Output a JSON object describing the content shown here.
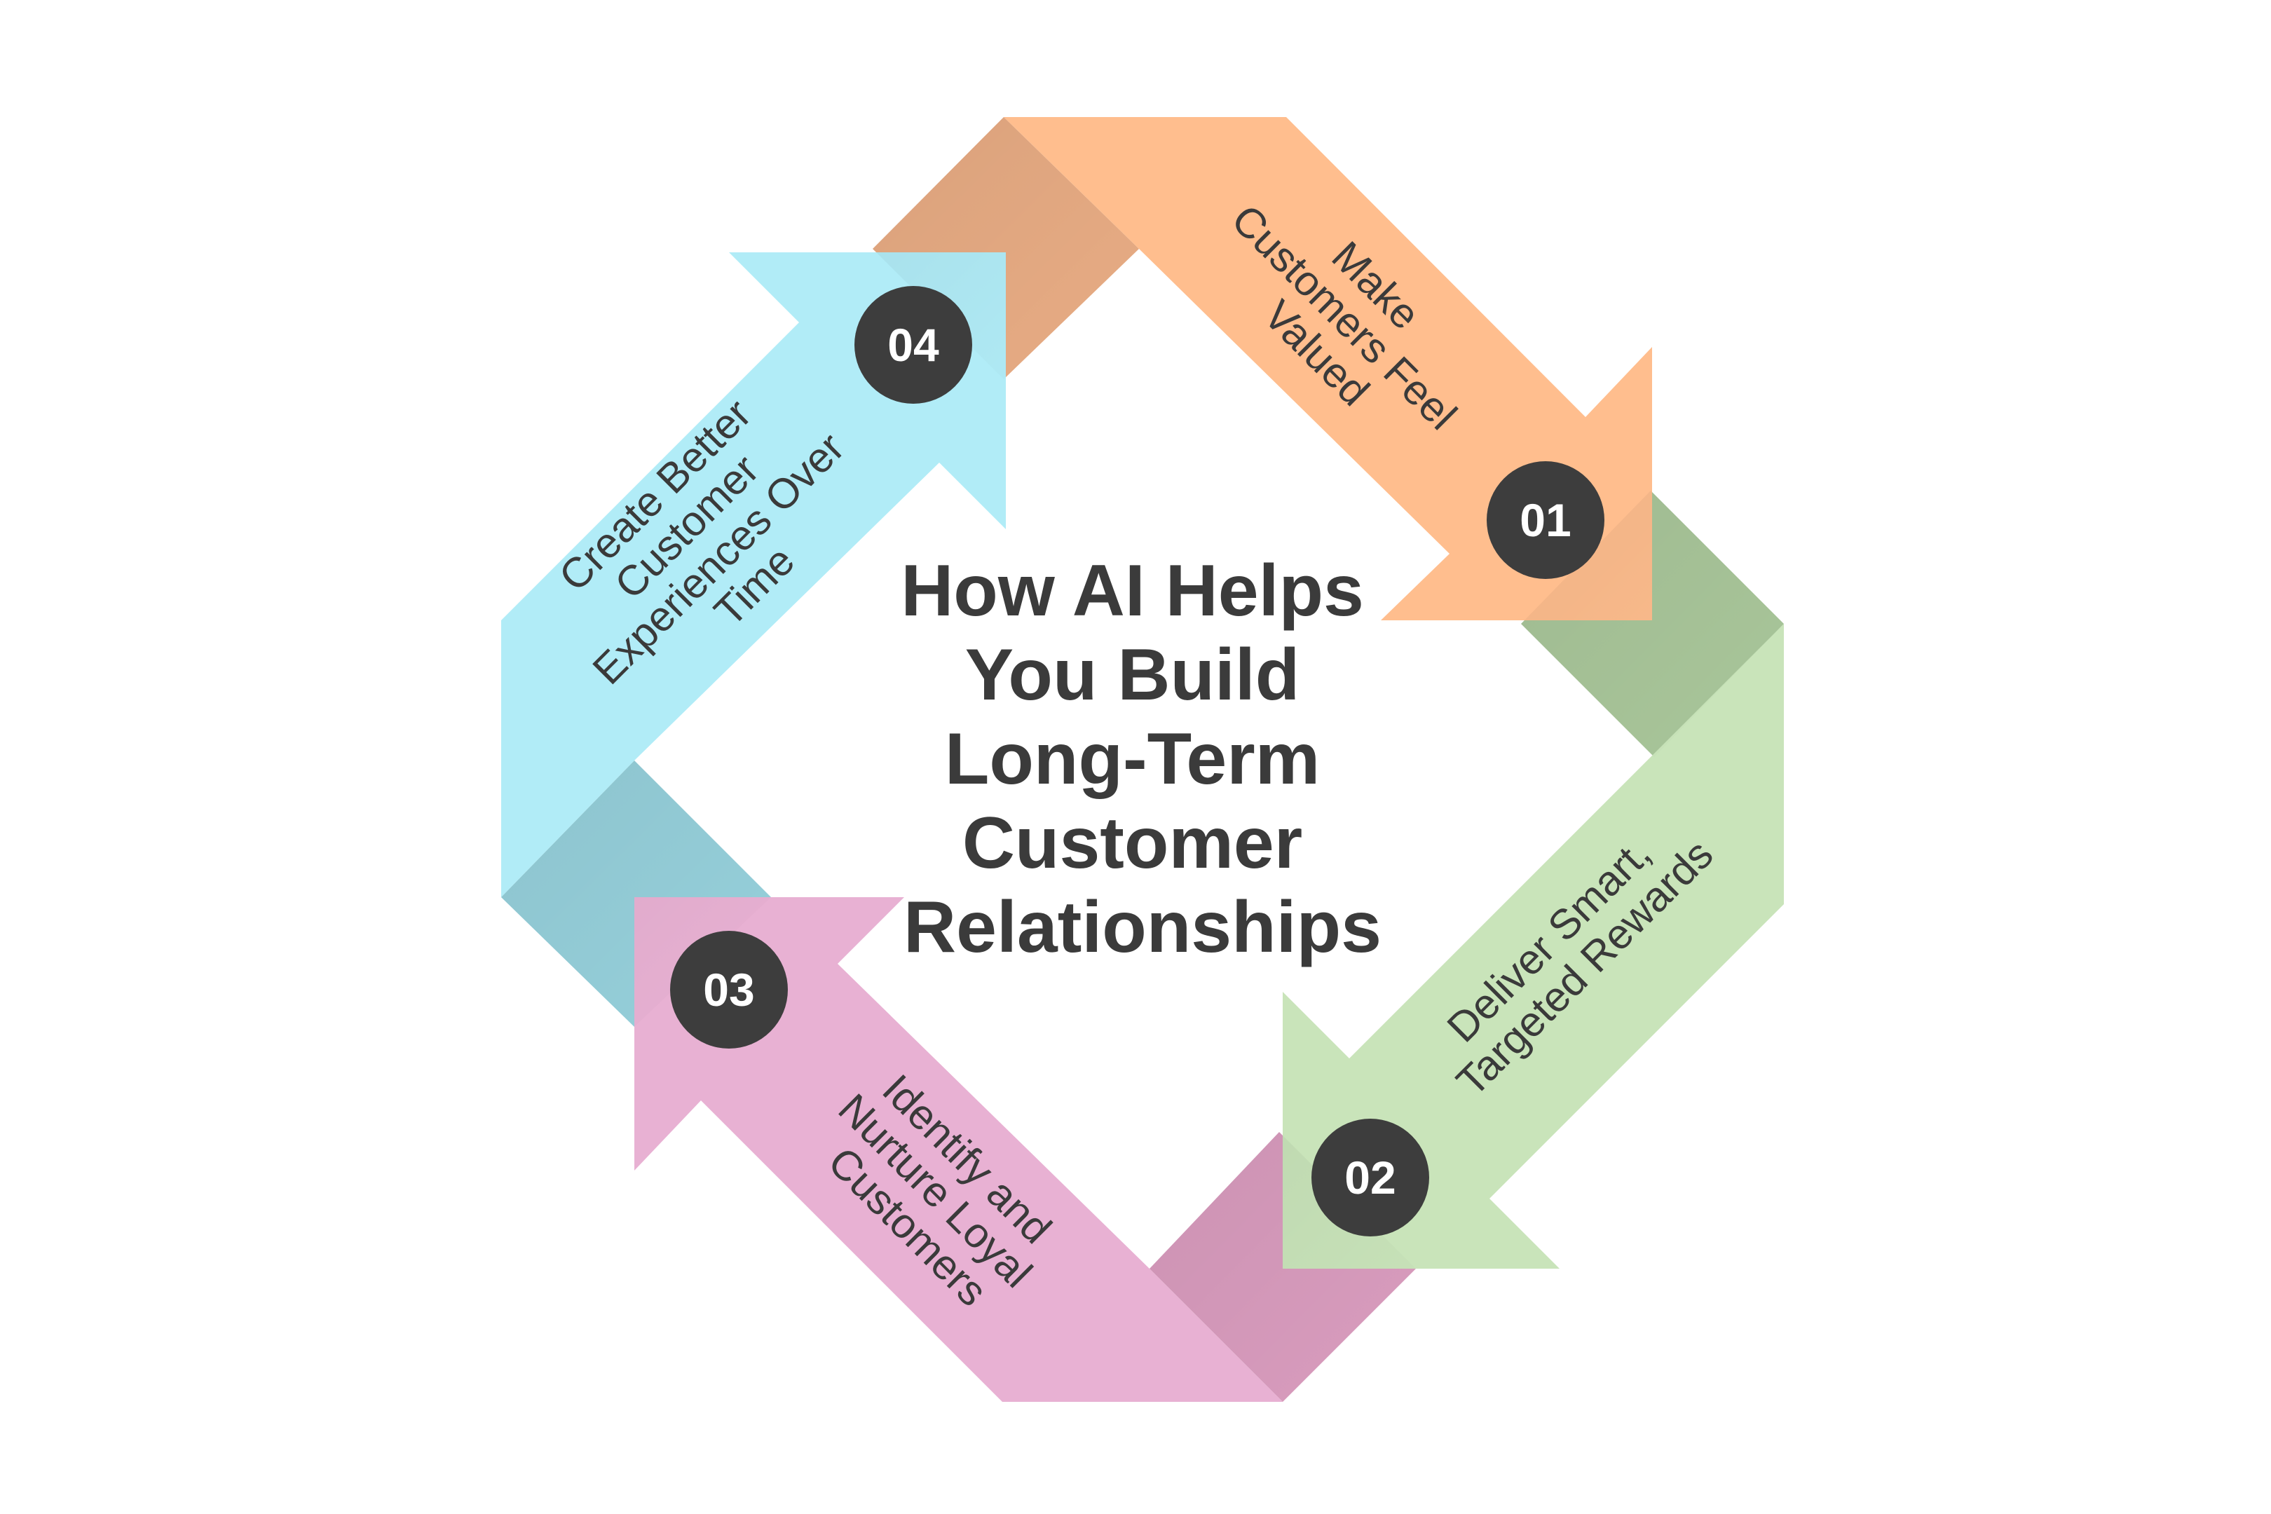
{
  "title": {
    "lines": [
      "How AI Helps",
      "You Build",
      "Long-Term",
      "Customer",
      "Relationships"
    ]
  },
  "steps": [
    {
      "number": "01",
      "lines": [
        "Make",
        "Customers Feel",
        "Valued"
      ],
      "color": "#FFBE8E",
      "fold_color": "#E8AC84"
    },
    {
      "number": "02",
      "lines": [
        "Deliver Smart,",
        "Targeted Rewards"
      ],
      "color": "#C9E4BA",
      "fold_color": "#A9C69A"
    },
    {
      "number": "03",
      "lines": [
        "Identify and",
        "Nurture Loyal",
        "Customers"
      ],
      "color": "#E8B1D3",
      "fold_color": "#D99CBE"
    },
    {
      "number": "04",
      "lines": [
        "Create Better",
        "Customer",
        "Experiences Over",
        "Time"
      ],
      "color": "#B1ECF7",
      "fold_color": "#96D0DB"
    }
  ],
  "colors": {
    "badge": "#3d3d3d",
    "text": "#3a3a3a",
    "background": "#ffffff"
  }
}
